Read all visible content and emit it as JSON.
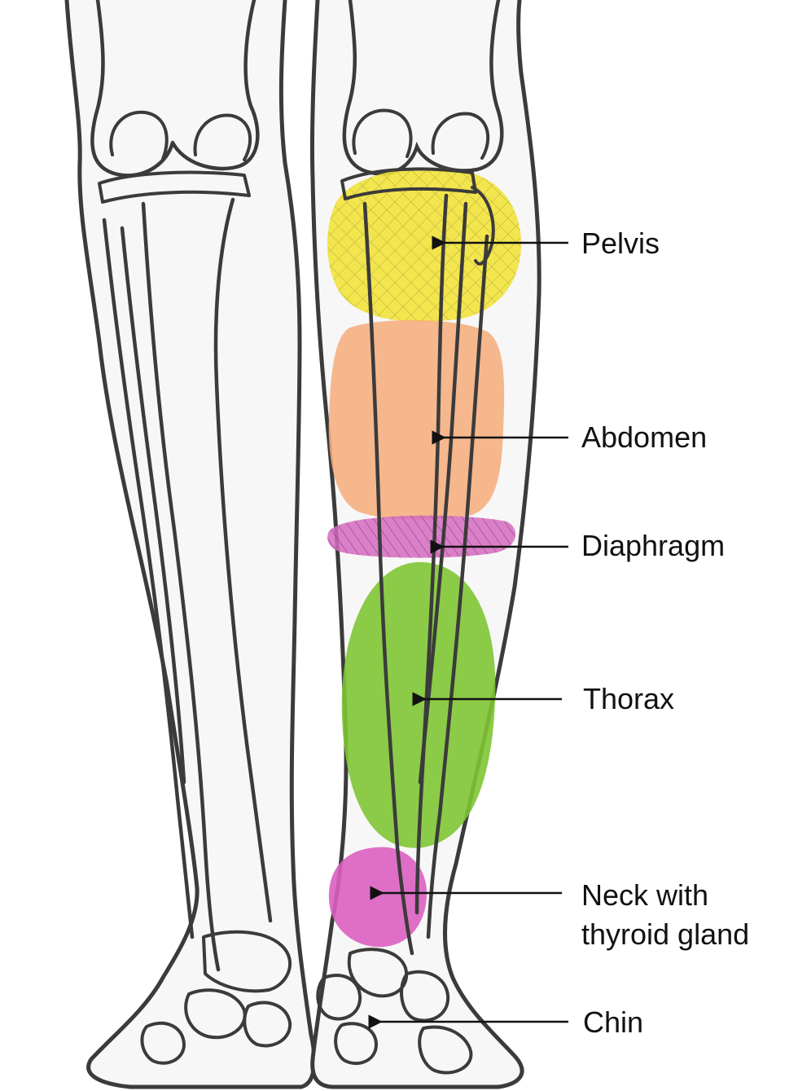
{
  "colors": {
    "pelvis": "#f2e23a",
    "abdomen": "#f6ab7a",
    "diaphragm": "#d56bbf",
    "thorax": "#7fc533",
    "neck": "#dc5fc0",
    "outline": "#3b3b3b",
    "skin": "#f7f7f7"
  },
  "labels": {
    "pelvis": "Pelvis",
    "abdomen": "Abdomen",
    "diaphragm": "Diaphragm",
    "thorax": "Thorax",
    "neck_line1": "Neck with",
    "neck_line2": "thyroid gland",
    "chin": "Chin"
  },
  "icons": {
    "left_leg": "leg-outline-icon",
    "right_leg": "leg-outline-icon"
  }
}
